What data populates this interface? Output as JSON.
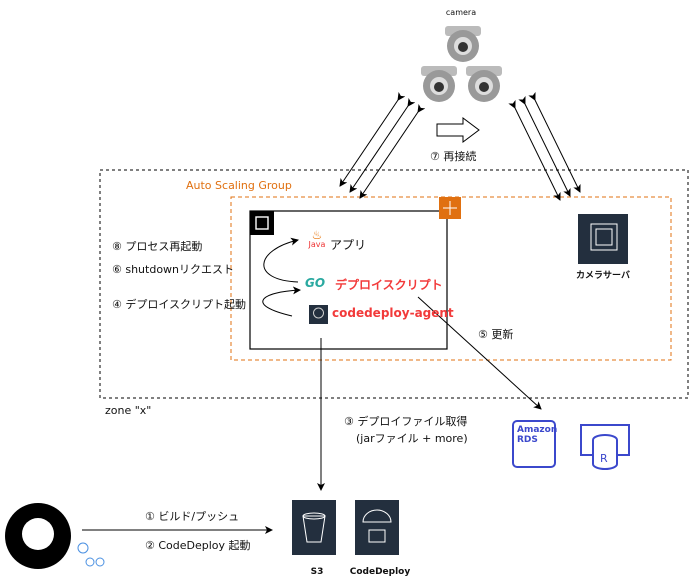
{
  "camera_label": "camera",
  "reconnect_label": "⑦ 再接続",
  "zone_label": "zone \"x\"",
  "asg_label": "Auto Scaling Group",
  "app_label": "アプリ",
  "java_label": "Java",
  "go_label": "GO",
  "deploy_script_label": "デプロイスクリプト",
  "agent_label": "codedeploy-agent",
  "steps": {
    "restart": "⑧ プロセス再起動",
    "shutdown": "⑥ shutdownリクエスト",
    "start_script": "④ デプロイスクリプト起動",
    "update": "⑤ 更新",
    "fetch": "③ デプロイファイル取得",
    "fetch_sub": "(jarファイル + more)",
    "build": "① ビルド/プッシュ",
    "codedeploy_start": "② CodeDeploy 起動"
  },
  "camera_server_label": "カメラサーバ",
  "rds_label": "Amazon RDS",
  "s3_label": "S3",
  "codedeploy_label": "CodeDeploy",
  "colors": {
    "orange": "#e07010",
    "aws_dark": "#232f3e",
    "rds_blue": "#3b48cc",
    "red": "#f23a3a"
  }
}
